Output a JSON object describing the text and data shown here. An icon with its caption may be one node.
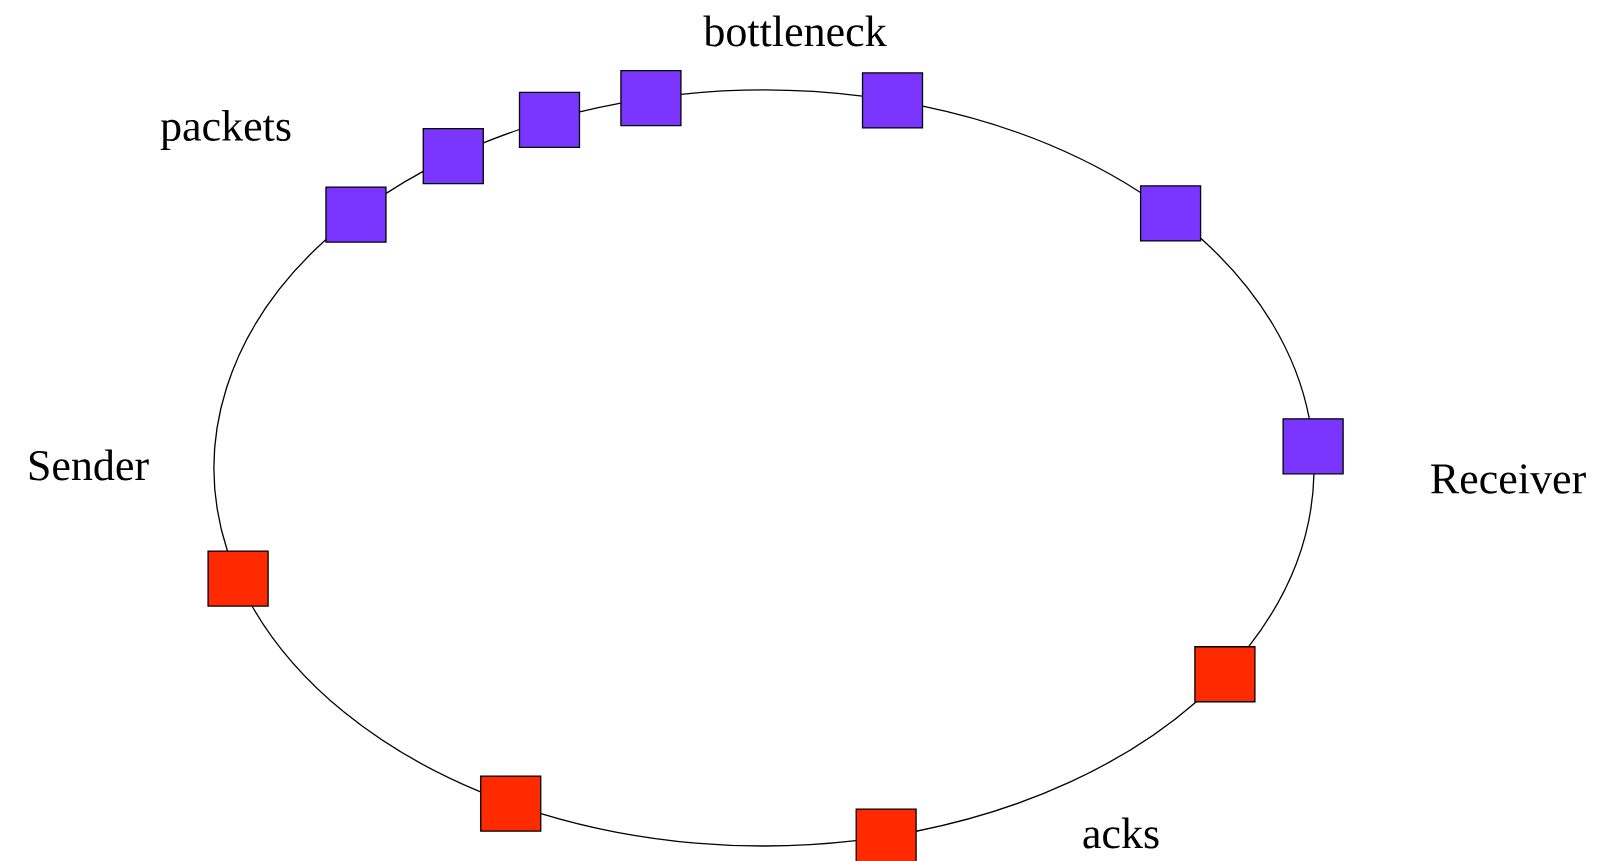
{
  "diagram": {
    "nodes": [
      {
        "text": [],
        "shape": "box"
      },
      {
        "text": [],
        "shape": "box"
      },
      {
        "text": [],
        "shape": "box"
      },
      {
        "text": [],
        "shape": "box"
      },
      {
        "text": [],
        "shape": "box"
      },
      {
        "text": [],
        "shape": "box"
      },
      {
        "text": [],
        "shape": "box"
      },
      {
        "text": [],
        "shape": "box"
      },
      {
        "text": [],
        "shape": "box"
      },
      {
        "text": [],
        "shape": "box"
      },
      {
        "text": [],
        "shape": "box"
      }
    ],
    "edges": [
      {
        "from": 0,
        "to": 1,
        "arrow": "none"
      },
      {
        "from": 1,
        "to": 2,
        "arrow": "none"
      },
      {
        "from": 2,
        "to": 4,
        "arrow": "none"
      },
      {
        "from": 4,
        "to": 5,
        "arrow": "none"
      },
      {
        "from": 5,
        "to": 7,
        "arrow": "none"
      },
      {
        "from": 7,
        "to": 8,
        "arrow": "none"
      },
      {
        "from": 8,
        "to": 10,
        "arrow": "none"
      },
      {
        "from": 10,
        "to": 9,
        "arrow": "none"
      },
      {
        "from": 9,
        "to": 6,
        "arrow": "none"
      },
      {
        "from": 6,
        "to": 3,
        "arrow": "none"
      },
      {
        "from": 3,
        "to": 0,
        "arrow": "none"
      }
    ],
    "labels": [
      "bottleneck",
      "packets",
      "Sender",
      "Receiver",
      "acks"
    ]
  }
}
